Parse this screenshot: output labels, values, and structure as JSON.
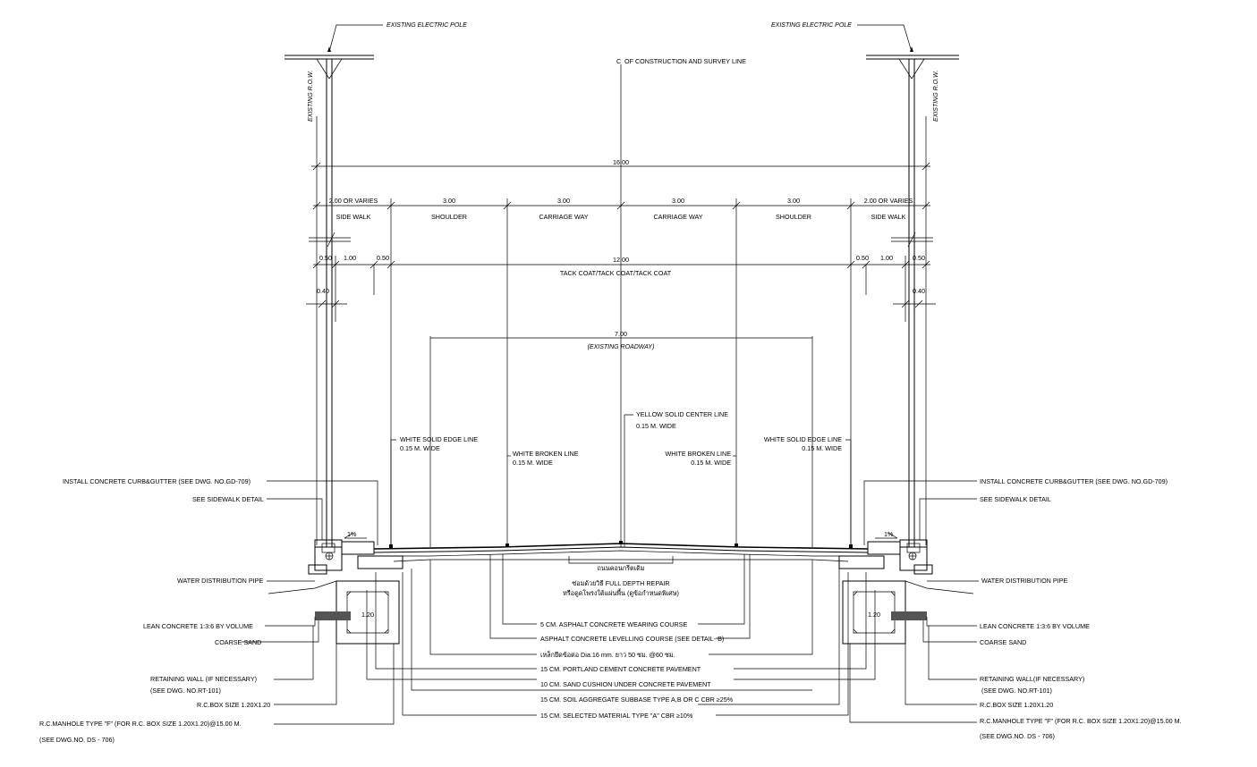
{
  "top": {
    "pole_left": "EXISTING ELECTRIC POLE",
    "pole_right": "EXISTING ELECTRIC POLE",
    "centerline_symbol": "C",
    "centerline": "OF CONSTRUCTION AND SURVEY LINE",
    "row_left": "EXISTING R.O.W.",
    "row_right": "EXISTING R.O.W."
  },
  "dims": {
    "total": "16.00",
    "sidewalk_left": "2.00 OR VARIES",
    "sidewalk_right": "2.00 OR VARIES",
    "lanes": [
      "3.00",
      "3.00",
      "3.00",
      "3.00"
    ],
    "lane_names": [
      "SHOULDER",
      "CARRIAGE WAY",
      "CARRIAGE WAY",
      "SHOULDER"
    ],
    "sidewalk_name_left": "SIDE WALK",
    "sidewalk_name_right": "SIDE WALK",
    "sub_left": [
      "0.50",
      "1.00",
      "0.50"
    ],
    "sub_right": [
      "0.50",
      "1.00",
      "0.50"
    ],
    "paved": "12.00",
    "tack": "TACK COAT/TACK COAT/TACK COAT",
    "offset_left": "0.40",
    "offset_right": "0.40",
    "existing_dim": "7.00",
    "existing": "(EXISTING ROADWAY)",
    "box_left": "1.20",
    "box_right": "1.20",
    "slope_left": "1%",
    "slope_right": "1%"
  },
  "markings": {
    "edge_left_1": "WHITE SOLID EDGE LINE",
    "edge_left_2": "0.15 M. WIDE",
    "broken_left_1": "WHITE BROKEN LINE",
    "broken_left_2": "0.15 M. WIDE",
    "center_1": "YELLOW SOLID CENTER LINE",
    "center_2": "0.15 M. WIDE",
    "broken_right_1": "WHITE BROKEN LINE",
    "broken_right_2": "0.15 M. WIDE",
    "edge_right_1": "WHITE SOLID EDGE LINE",
    "edge_right_2": "0.15 M. WIDE"
  },
  "center_notes": {
    "existing_concrete": "ถนนคอนกรีตเดิม",
    "repair_1": "ซ่อมด้วยวิธี FULL DEPTH REPAIR",
    "repair_2": "หรือดูดโพรงใต้แผ่นพื้น (ดูข้อกำหนดพิเศษ)"
  },
  "layers": [
    "5 CM. ASPHALT CONCRETE WEARING COURSE",
    "ASPHALT CONCRETE LEVELLING COURSE (SEE DETAIL- B)",
    "เหล็กยึดข้อต่อ Dia.16 mm. ยาว 50 ซม. @60 ซม.",
    "15 CM. PORTLAND CEMENT CONCRETE PAVEMENT",
    "10 CM. SAND CUSHION UNDER CONCRETE PAVEMENT",
    "15 CM. SOIL AGGREGATE SUBBASE TYPE A,B OR C CBR ≥25%",
    "15 CM. SELECTED MATERIAL TYPE \"A\" CBR ≥10%"
  ],
  "left_labels": [
    "INSTALL CONCRETE CURB&GUTTER (SEE DWG. NO.GD-709)",
    "SEE SIDEWALK DETAIL",
    "WATER DISTRIBUTION PIPE",
    "LEAN CONCRETE 1:3:6 BY VOLUME",
    "COARSE SAND",
    "RETAINING WALL (IF NECESSARY)",
    "(SEE DWG. NO.RT-101)",
    "R.C.BOX SIZE 1.20X1.20",
    "R.C.MANHOLE TYPE \"F\" (FOR R.C. BOX SIZE 1.20X1.20)@15.00 M.",
    "(SEE DWG.NO. DS - 706)"
  ],
  "right_labels": [
    "INSTALL CONCRETE CURB&GUTTER (SEE DWG. NO.GD-709)",
    "SEE SIDEWALK DETAIL",
    "WATER DISTRIBUTION PIPE",
    "LEAN CONCRETE 1:3:6 BY VOLUME",
    "COARSE SAND",
    "RETAINING WALL(IF NECESSARY)",
    "(SEE DWG. NO.RT-101)",
    "R.C.BOX SIZE 1.20X1.20",
    "R.C.MANHOLE TYPE \"F\" (FOR R.C. BOX SIZE 1.20X1.20)@15.00 M.",
    "(SEE DWG.NO. DS - 706)"
  ]
}
